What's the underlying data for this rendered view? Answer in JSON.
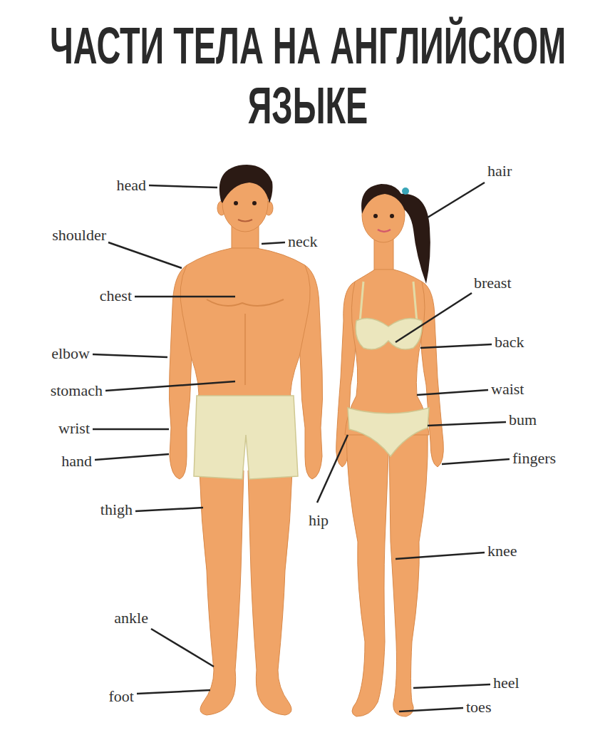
{
  "diagram": {
    "title": "ЧАСТИ ТЕЛА НА АНГЛИЙСКОМ ЯЗЫКЕ",
    "labels": [
      "head",
      "hair",
      "shoulder",
      "neck",
      "breast",
      "chest",
      "back",
      "elbow",
      "waist",
      "stomach",
      "bum",
      "wrist",
      "fingers",
      "hand",
      "thigh",
      "hip",
      "knee",
      "ankle",
      "heel",
      "toes",
      "foot"
    ]
  }
}
